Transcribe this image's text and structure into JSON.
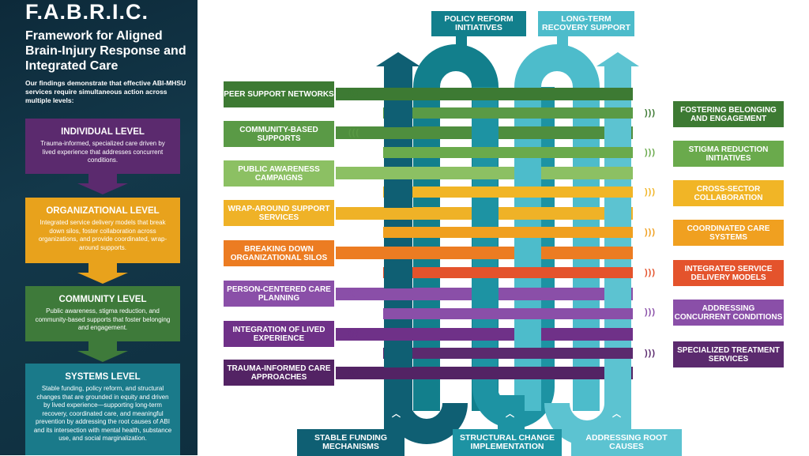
{
  "sidebar": {
    "title": "F.A.B.R.I.C.",
    "subtitle": "Framework for Aligned Brain-Injury Response and Integrated Care",
    "intro": "Our findings demonstrate that effective ABI-MHSU services require simultaneous action across multiple levels:",
    "levels": [
      {
        "title": "INDIVIDUAL LEVEL",
        "desc": "Trauma-informed, specialized care driven by lived experience that addresses concurrent conditions.",
        "color": "#5b2a6e"
      },
      {
        "title": "ORGANIZATIONAL LEVEL",
        "desc": "Integrated service delivery models that break down silos, foster collaboration across organizations, and provide coordinated, wrap-around supports.",
        "color": "#e8a21c"
      },
      {
        "title": "COMMUNITY LEVEL",
        "desc": "Public awareness, stigma reduction, and community-based supports that foster belonging and engagement.",
        "color": "#3e7a3a"
      },
      {
        "title": "SYSTEMS LEVEL",
        "desc": "Stable funding, policy reform, and structural changes that are grounded in equity and driven by lived experience—supporting long-term recovery, coordinated care, and meaningful prevention by addressing the root causes of ABI and its intersection with mental health, substance use, and social marginalization.",
        "color": "#1a7a8a"
      }
    ]
  },
  "diagram": {
    "top_boxes": [
      {
        "label": "POLICY REFORM INITIATIVES",
        "color": "#127f8c"
      },
      {
        "label": "LONG-TERM RECOVERY SUPPORT",
        "color": "#4dbccb"
      }
    ],
    "bottom_boxes": [
      {
        "label": "STABLE FUNDING MECHANISMS",
        "color": "#0f5f73"
      },
      {
        "label": "STRUCTURAL CHANGE IMPLEMENTATION",
        "color": "#1d93a3"
      },
      {
        "label": "ADDRESSING ROOT CAUSES",
        "color": "#5cc3d1"
      }
    ],
    "left_labels": [
      {
        "label": "PEER SUPPORT NETWORKS",
        "color": "#3d7a33"
      },
      {
        "label": "COMMUNITY-BASED SUPPORTS",
        "color": "#5a9a46"
      },
      {
        "label": "PUBLIC AWARENESS CAMPAIGNS",
        "color": "#8cc063"
      },
      {
        "label": "WRAP-AROUND SUPPORT SERVICES",
        "color": "#efb227"
      },
      {
        "label": "BREAKING DOWN ORGANIZATIONAL SILOS",
        "color": "#ec7c22"
      },
      {
        "label": "PERSON-CENTERED CARE PLANNING",
        "color": "#8a4fa8"
      },
      {
        "label": "INTEGRATION OF LIVED EXPERIENCE",
        "color": "#6f3188"
      },
      {
        "label": "TRAUMA-INFORMED CARE APPROACHES",
        "color": "#532364"
      }
    ],
    "right_labels": [
      {
        "label": "FOSTERING BELONGING AND ENGAGEMENT",
        "color": "#3d7a33"
      },
      {
        "label": "STIGMA REDUCTION INITIATIVES",
        "color": "#6aaa4c"
      },
      {
        "label": "CROSS-SECTOR COLLABORATION",
        "color": "#f1b526"
      },
      {
        "label": "COORDINATED CARE SYSTEMS",
        "color": "#f0a020"
      },
      {
        "label": "INTEGRATED SERVICE DELIVERY MODELS",
        "color": "#e4532c"
      },
      {
        "label": "ADDRESSING CONCURRENT CONDITIONS",
        "color": "#8a4fa8"
      },
      {
        "label": "SPECIALIZED TREATMENT SERVICES",
        "color": "#5b2a6e"
      }
    ],
    "left_tag": "(((",
    "right_tag": ")))",
    "up_tag": "︿"
  }
}
